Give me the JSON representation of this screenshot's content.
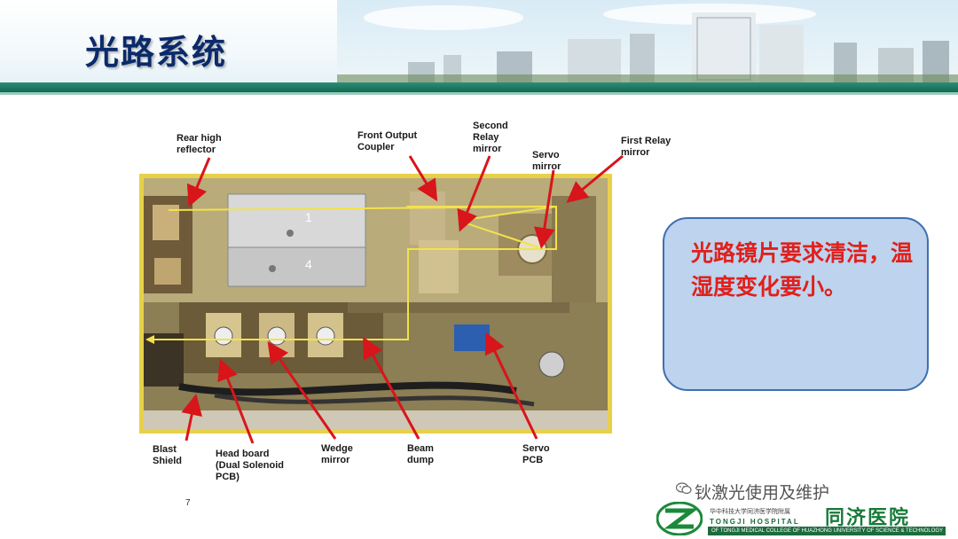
{
  "slide": {
    "title": "光路系统",
    "page_number": "7"
  },
  "labels": {
    "rear_high_reflector": "Rear high reflector",
    "front_output_coupler": "Front Output Coupler",
    "second_relay_mirror": "Second Relay mirror",
    "servo_mirror": "Servo mirror",
    "first_relay_mirror": "First Relay mirror",
    "blast_shield": "Blast Shield",
    "head_board": "Head board (Dual Solenoid PCB)",
    "wedge_mirror": "Wedge mirror",
    "beam_dump": "Beam dump",
    "servo_pcb": "Servo PCB",
    "rod_1": "1",
    "rod_4": "4"
  },
  "callout": {
    "text": "光路镜片要求清洁，温湿度变化要小。"
  },
  "footer": {
    "wechat_account": "钬激光使用及维护",
    "hospital_name_cn": "同济医院",
    "university_cn": "华中科技大学同济医学院附属",
    "hospital_name_en": "TONGJI HOSPITAL",
    "university_en": "OF TONGJI MEDICAL COLLEGE OF HUAZHONG UNIVERSITY OF SCIENCE & TECHNOLOGY"
  },
  "colors": {
    "title": "#0b2a6a",
    "band": "#0f6a52",
    "arrow": "#d8151b",
    "beam": "#f2e24a",
    "callout_fill": "#bdd3ee",
    "callout_border": "#3f6fb0",
    "callout_text": "#e0201b"
  }
}
